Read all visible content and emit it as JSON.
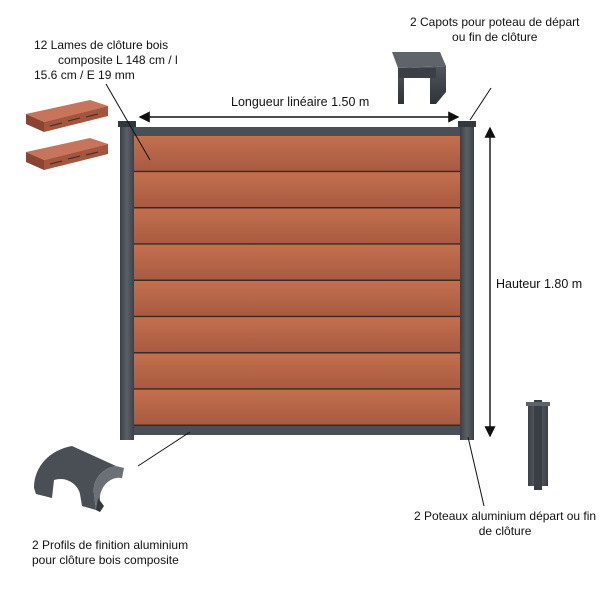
{
  "components": {
    "boards": {
      "lines": [
        "12 Lames de clôture bois",
        "composite L 148 cm / l",
        "15.6 cm / E 19 mm"
      ]
    },
    "caps": {
      "lines": [
        "2 Capots pour poteau de départ",
        "ou fin de clôture"
      ]
    },
    "profiles": {
      "lines": [
        "2 Profils de finition aluminium",
        "pour clôture bois composite"
      ]
    },
    "posts": {
      "lines": [
        "2 Poteaux aluminium départ ou fin",
        "de clôture"
      ]
    }
  },
  "dimensions": {
    "width_label": "Longueur linéaire 1.50 m",
    "height_label": "Hauteur 1.80 m"
  },
  "panel": {
    "board_count": 8
  },
  "colors": {
    "wood": "#b8654a",
    "wood_groove": "#3a2a24",
    "aluminium": "#4a4f55",
    "aluminium_light": "#6b7077",
    "text": "#111111"
  }
}
